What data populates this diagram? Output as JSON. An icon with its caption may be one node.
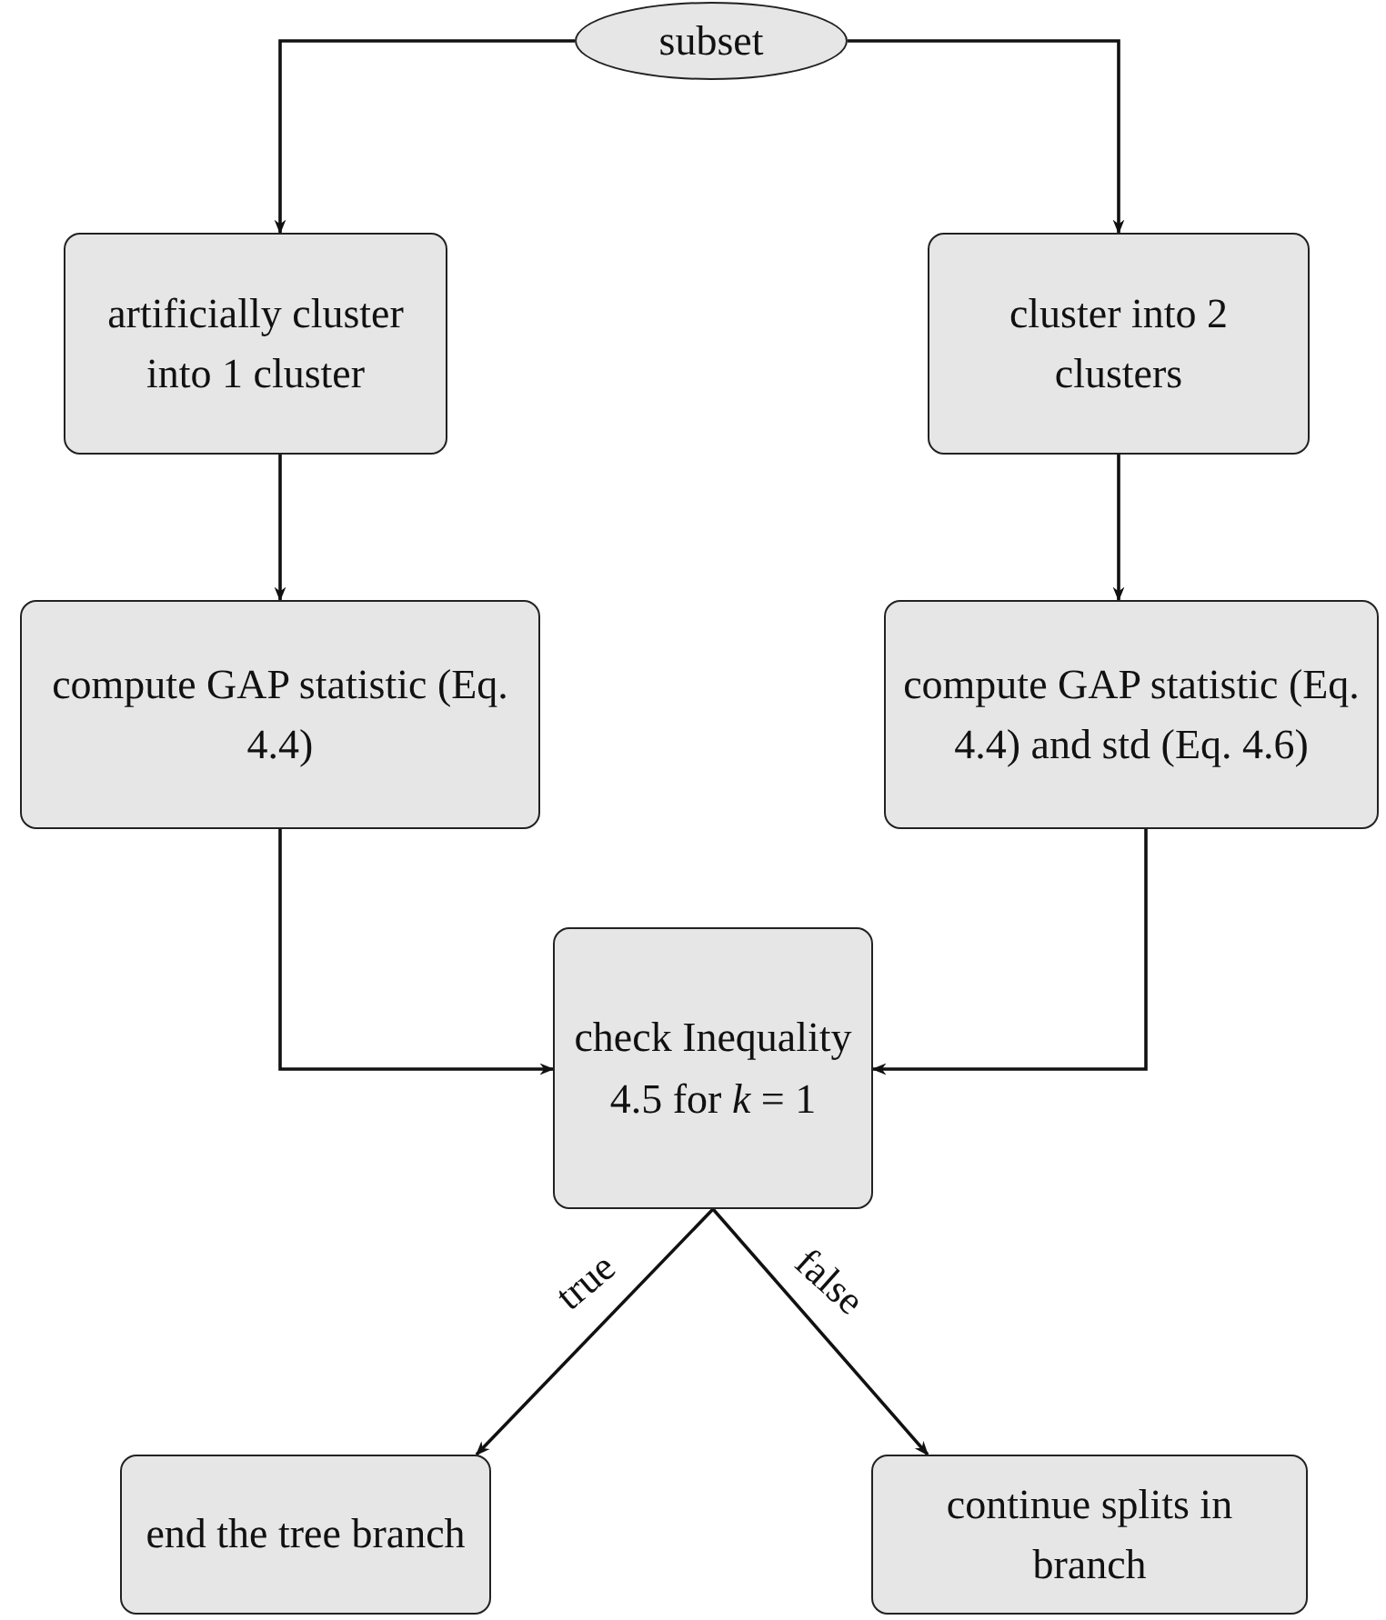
{
  "diagram": {
    "nodes": [
      {
        "text": [
          "subset"
        ]
      },
      {
        "text": [
          "artificially cluster into 1 cluster"
        ]
      },
      {
        "text": [
          "cluster into 2 clusters"
        ]
      },
      {
        "text": [
          "compute GAP statistic (Eq. 4.4)"
        ]
      },
      {
        "text": [
          "compute GAP statistic (Eq. 4.4) and std (Eq. 4.6)"
        ]
      },
      {
        "text": [
          "check Inequality 4.5 for *k* = 1"
        ]
      },
      {
        "text": [
          "end the tree branch"
        ]
      },
      {
        "text": [
          "continue splits in branch"
        ]
      }
    ],
    "edges": [
      {
        "from": 0,
        "to": 1,
        "arrow": "to"
      },
      {
        "from": 0,
        "to": 2,
        "arrow": "to"
      },
      {
        "from": 1,
        "to": 3,
        "arrow": "to"
      },
      {
        "from": 2,
        "to": 4,
        "arrow": "to"
      },
      {
        "from": 3,
        "to": 5,
        "arrow": "to"
      },
      {
        "from": 4,
        "to": 5,
        "arrow": "to"
      },
      {
        "from": 5,
        "to": 6,
        "arrow": "to",
        "label": "true"
      },
      {
        "from": 5,
        "to": 7,
        "arrow": "to",
        "label": "false"
      }
    ]
  }
}
